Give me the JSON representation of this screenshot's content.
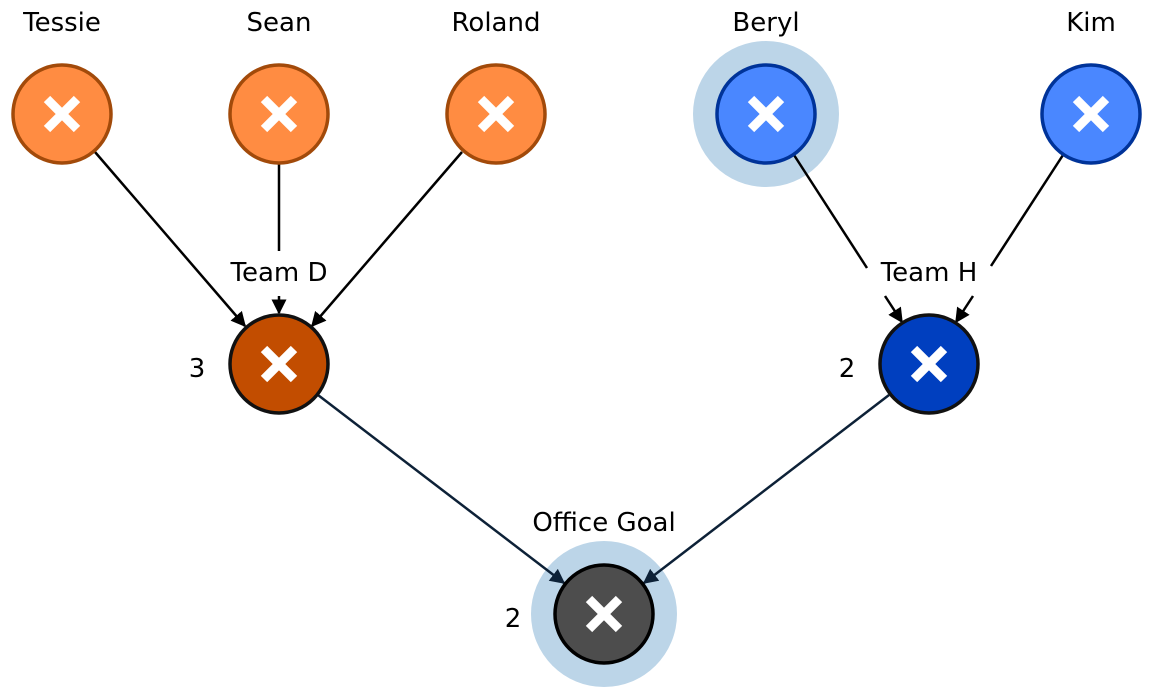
{
  "colors": {
    "member_orange": "#ff8c42",
    "member_orange_stroke": "#a24a0a",
    "team_d_fill": "#c24d00",
    "member_blue": "#4a87ff",
    "member_blue_stroke": "#003399",
    "team_h_fill": "#003fbf",
    "goal_fill": "#4d4d4d",
    "highlight_halo": "#bcd5e8"
  },
  "nodes": {
    "tessie": {
      "label": "Tessie",
      "icon": "x-icon"
    },
    "sean": {
      "label": "Sean",
      "icon": "x-icon"
    },
    "roland": {
      "label": "Roland",
      "icon": "x-icon"
    },
    "beryl": {
      "label": "Beryl",
      "icon": "x-icon",
      "highlighted": true
    },
    "kim": {
      "label": "Kim",
      "icon": "x-icon"
    },
    "team_d": {
      "label": "Team D",
      "count": "3",
      "icon": "x-icon"
    },
    "team_h": {
      "label": "Team H",
      "count": "2",
      "icon": "x-icon"
    },
    "office_goal": {
      "label": "Office Goal",
      "count": "2",
      "icon": "x-icon",
      "highlighted": true
    }
  },
  "edges": [
    {
      "from": "tessie",
      "to": "team_d"
    },
    {
      "from": "sean",
      "to": "team_d"
    },
    {
      "from": "roland",
      "to": "team_d"
    },
    {
      "from": "beryl",
      "to": "team_h"
    },
    {
      "from": "kim",
      "to": "team_h"
    },
    {
      "from": "team_d",
      "to": "office_goal"
    },
    {
      "from": "team_h",
      "to": "office_goal"
    }
  ]
}
